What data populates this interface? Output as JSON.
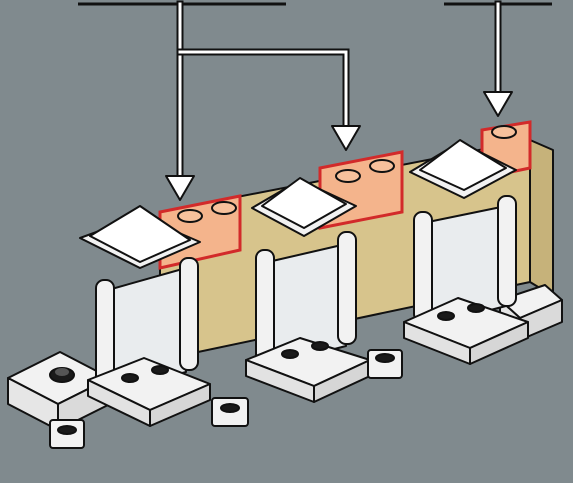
{
  "scene": {
    "subject": "lego-wall-build-step",
    "colors": {
      "background": "#808a8e",
      "new_part_orange": "#f4b48c",
      "new_part_highlight": "#d22a2a",
      "tan": "#d7c48c",
      "white": "#f2f2f2",
      "outline": "#111111",
      "dark_stud": "#1a1a1a",
      "callout": "#111111",
      "arrow": "#ffffff"
    },
    "parts_added": [
      {
        "color": "orange",
        "studs": 2
      },
      {
        "color": "orange",
        "studs": 2
      },
      {
        "color": "orange",
        "studs": 1
      }
    ],
    "callouts": [
      {
        "arrow_count": 2
      },
      {
        "arrow_count": 1
      }
    ]
  }
}
